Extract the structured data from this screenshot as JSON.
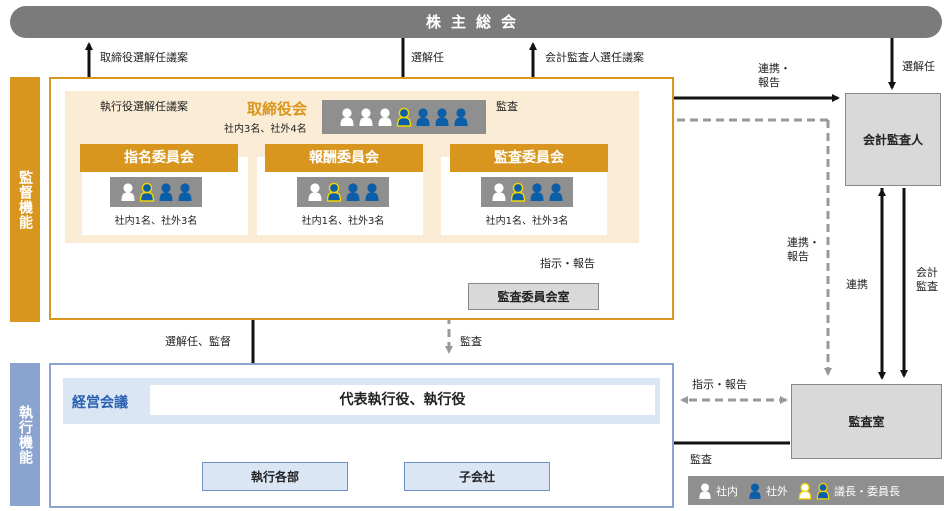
{
  "shareholders_meeting": "株主総会",
  "side_labels": {
    "supervision": "監督機能",
    "execution": "執行機能"
  },
  "board": {
    "title": "取締役会",
    "count": "社内3名、社外4名",
    "members": [
      "internal",
      "internal",
      "internal",
      "chair-external",
      "external",
      "external",
      "external"
    ]
  },
  "committees": [
    {
      "title": "指名委員会",
      "count": "社内1名、社外3名",
      "members": [
        "internal",
        "chair-external",
        "external",
        "external"
      ]
    },
    {
      "title": "報酬委員会",
      "count": "社内1名、社外3名",
      "members": [
        "internal",
        "chair-external",
        "external",
        "external"
      ]
    },
    {
      "title": "監査委員会",
      "count": "社内1名、社外3名",
      "members": [
        "internal",
        "chair-external",
        "external",
        "external"
      ]
    }
  ],
  "audit_committee_office": "監査委員会室",
  "accounting_auditor": "会計監査人",
  "internal_audit_office": "監査室",
  "management_meeting": {
    "title": "経営会議",
    "members": "代表執行役、執行役"
  },
  "divisions": [
    "執行各部",
    "子会社"
  ],
  "arrow_labels": {
    "director_proposal": "取締役選解任議案",
    "appoint_dismiss": "選解任",
    "auditor_proposal": "会計監査人選任議案",
    "exec_officer_proposal": "執行役選解任議案",
    "audit": "監査",
    "coop_report": "連携・\n報告",
    "appoint_dismiss_right": "選解任",
    "instruct_report": "指示・報告",
    "coop_report_dashed": "連携・\n報告",
    "coop": "連携",
    "accounting_audit": "会計\n監査",
    "appoint_supervise": "選解任、監督",
    "audit_exec": "監査",
    "instruct_report_lower": "指示・報告",
    "audit_lower": "監査"
  },
  "legend": {
    "internal": "社内",
    "external": "社外",
    "chair": "議長・委員長"
  },
  "colors": {
    "orange": "#d9961f",
    "blue": "#0d5ea8",
    "chair_outline": "#f2d600",
    "gray": "#8f8f8f",
    "exec_blue": "#8aa3cf"
  }
}
